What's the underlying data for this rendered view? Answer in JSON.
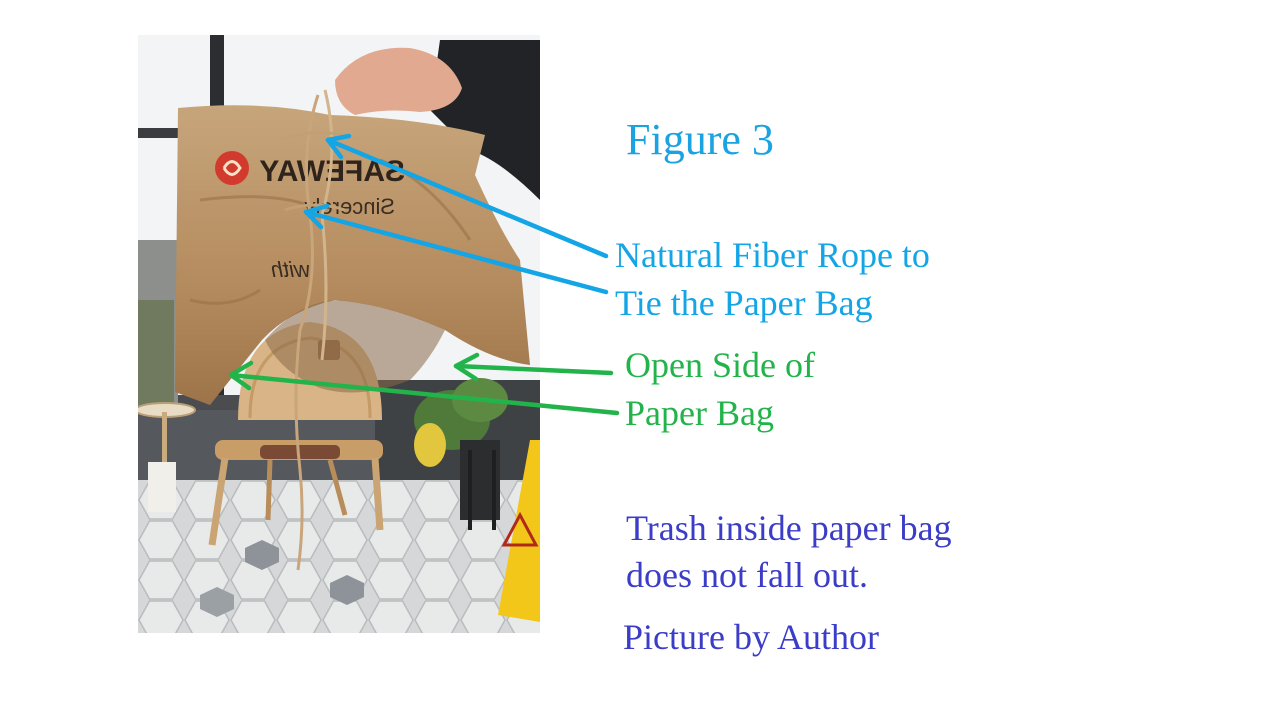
{
  "figure": {
    "title": "Figure 3",
    "rope_annotation": {
      "line1": "Natural Fiber Rope to",
      "line2": "Tie the Paper Bag"
    },
    "open_side_annotation": {
      "line1": "Open Side of",
      "line2": "Paper Bag"
    },
    "note": {
      "line1": "Trash inside paper bag",
      "line2": "does not fall out."
    },
    "credit": "Picture by Author"
  },
  "bag_print": {
    "brand": "SAFEWAY",
    "line2": "Sincerely",
    "line3": "with"
  },
  "colors": {
    "title_blue": "#1aa3e0",
    "rope_blue": "#14a5e6",
    "green": "#22b44a",
    "note_blue": "#3b3cc8",
    "bag_brown": "#b89064",
    "logo_red": "#d23a2e",
    "sign_yellow": "#f3c61a"
  },
  "icons": [
    "rope-arrow-icon",
    "open-side-arrow-icon"
  ]
}
